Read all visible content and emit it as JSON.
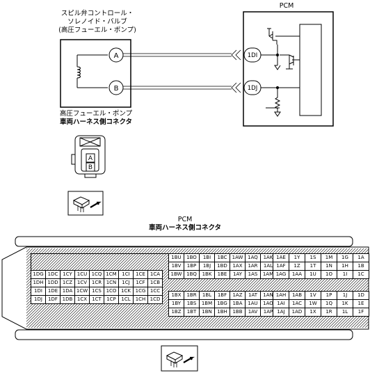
{
  "component": {
    "label_lines": [
      "スピル弁コントロール・",
      "ソレノイド・バルブ",
      "(高圧フューエル・ポンプ)"
    ],
    "pins": [
      "A",
      "B"
    ]
  },
  "pcm": {
    "title": "PCM",
    "pins": [
      "1DI",
      "1DJ"
    ]
  },
  "small_connector": {
    "label_lines": [
      "高圧フューエル・ポンプ",
      "車両ハーネス側コネクタ"
    ],
    "pins": [
      "A",
      "B"
    ]
  },
  "big_connector": {
    "label_lines": [
      "PCM",
      "車両ハーネス側コネクタ"
    ],
    "left_block": [
      [
        "1DG",
        "1DC",
        "1CY",
        "1CU",
        "1CQ",
        "1CM",
        "1CI",
        "1CE",
        "1CA"
      ],
      [
        "1DH",
        "1DD",
        "1CZ",
        "1CV",
        "1CR",
        "1CN",
        "1CJ",
        "1CF",
        "1CB"
      ],
      [
        "1DI",
        "1DE",
        "1DA",
        "1CW",
        "1CS",
        "1CO",
        "1CK",
        "1CG",
        "1CC"
      ],
      [
        "1DJ",
        "1DF",
        "1DB",
        "1CX",
        "1CT",
        "1CP",
        "1CL",
        "1CH",
        "1CD"
      ]
    ],
    "middle_top": [
      [
        "1BU",
        "1BO",
        "1BI",
        "1BC",
        "1AW",
        "1AQ",
        "1AK"
      ],
      [
        "1BV",
        "1BP",
        "1BJ",
        "1BD",
        "1AX",
        "1AR",
        "1AL"
      ],
      [
        "1BW",
        "1BQ",
        "1BK",
        "1BE",
        "1AY",
        "1AS",
        "1AM"
      ]
    ],
    "middle_bottom": [
      [
        "1BX",
        "1BR",
        "1BL",
        "1BF",
        "1AZ",
        "1AT",
        "1AN"
      ],
      [
        "1BY",
        "1BS",
        "1BM",
        "1BG",
        "1BA",
        "1AU",
        "1AO"
      ],
      [
        "1BZ",
        "1BT",
        "1BN",
        "1BH",
        "1BB",
        "1AV",
        "1AP"
      ]
    ],
    "right_top": [
      [
        "1AE",
        "1Y",
        "1S",
        "1M",
        "1G",
        "1A"
      ],
      [
        "1AF",
        "1Z",
        "1T",
        "1N",
        "1H",
        "1B"
      ],
      [
        "1AG",
        "1AA",
        "1U",
        "1O",
        "1I",
        "1C"
      ]
    ],
    "right_bottom": [
      [
        "1AH",
        "1AB",
        "1V",
        "1P",
        "1J",
        "1D"
      ],
      [
        "1AI",
        "1AC",
        "1W",
        "1Q",
        "1K",
        "1E"
      ],
      [
        "1AJ",
        "1AD",
        "1X",
        "1R",
        "1L",
        "1F"
      ]
    ]
  }
}
